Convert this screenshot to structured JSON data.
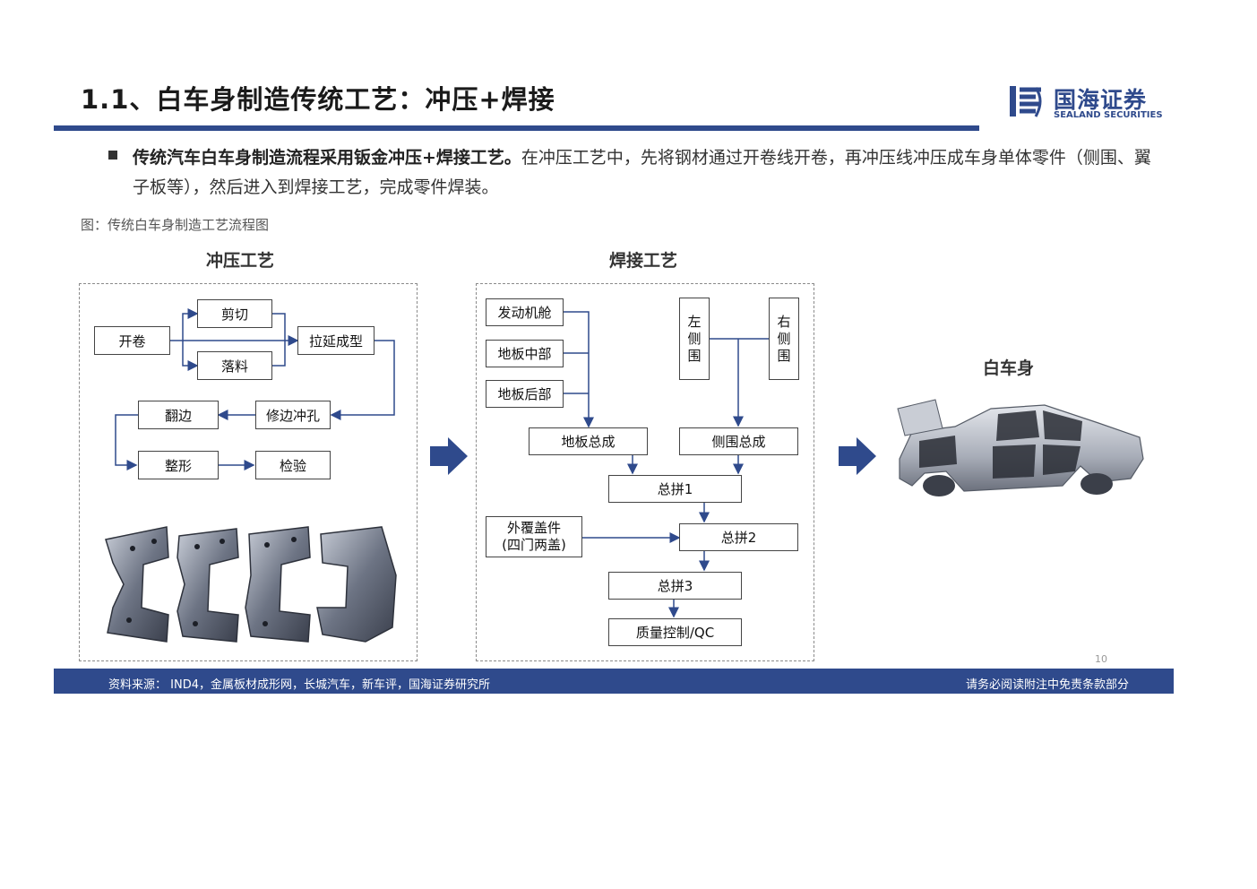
{
  "header": {
    "title": "1.1、白车身制造传统工艺：冲压+焊接",
    "logo_cn": "国海证券",
    "logo_en": "SEALAND SECURITIES"
  },
  "intro": {
    "bold": "传统汽车白车身制造流程采用钣金冲压+焊接工艺。",
    "rest": "在冲压工艺中，先将钢材通过开卷线开卷，再冲压线冲压成车身单体零件（侧围、翼子板等），然后进入到焊接工艺，完成零件焊装。"
  },
  "figure_caption": "图：传统白车身制造工艺流程图",
  "stamping": {
    "heading": "冲压工艺",
    "uncoil": "开卷",
    "cut": "剪切",
    "blanking": "落料",
    "draw": "拉延成型",
    "trim": "修边冲孔",
    "flange": "翻边",
    "shape": "整形",
    "inspect": "检验"
  },
  "welding": {
    "heading": "焊接工艺",
    "engine_bay": "发动机舱",
    "floor_mid": "地板中部",
    "floor_rear": "地板后部",
    "left_side": "左侧围",
    "right_side": "右侧围",
    "floor_assy": "地板总成",
    "side_assy": "侧围总成",
    "main1": "总拼1",
    "outer_panels_1": "外覆盖件",
    "outer_panels_2": "(四门两盖)",
    "main2": "总拼2",
    "main3": "总拼3",
    "qc": "质量控制/QC"
  },
  "result": {
    "heading": "白车身"
  },
  "footer": {
    "source": "资料来源：  IND4，金属板材成形网，长城汽车，新车评，国海证券研究所",
    "disclaimer": "请务必阅读附注中免责条款部分",
    "page_number": "10"
  },
  "colors": {
    "brand": "#2f4a8c",
    "arrow": "#2f4a8c"
  }
}
